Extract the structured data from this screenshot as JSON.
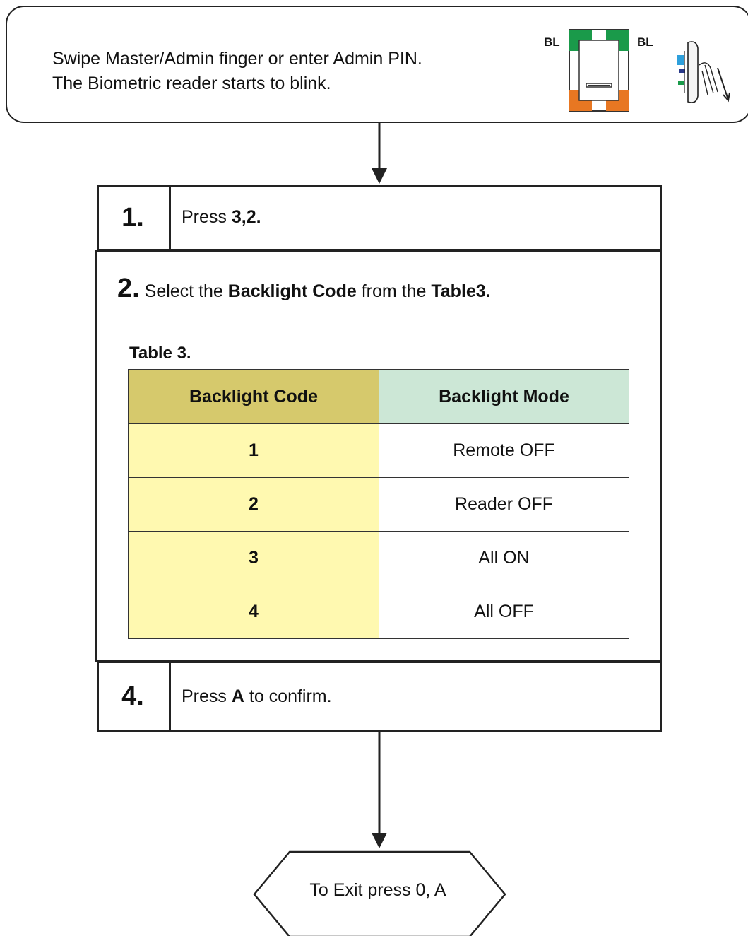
{
  "intro": {
    "line1": "Swipe Master/Admin finger or enter Admin PIN.",
    "line2": "The Biometric reader starts to blink."
  },
  "reader_icon": {
    "left_label": "BL",
    "right_label": "BL",
    "top_color": "#1a9a4a",
    "bottom_color": "#e87722"
  },
  "step1": {
    "number": "1.",
    "prefix": "Press ",
    "bold": "3,2."
  },
  "step2": {
    "number": "2.",
    "text1": " Select the ",
    "bold1": "Backlight Code",
    "text2": " from the ",
    "bold2": "Table3."
  },
  "table": {
    "caption": "Table 3.",
    "headers": [
      "Backlight Code",
      "Backlight Mode"
    ],
    "rows": [
      [
        "1",
        "Remote OFF"
      ],
      [
        "2",
        "Reader OFF"
      ],
      [
        "3",
        "All ON"
      ],
      [
        "4",
        "All OFF"
      ]
    ],
    "colors": {
      "code_header": "#d6c96c",
      "mode_header": "#cce7d6",
      "code_cell": "#fff9b0"
    }
  },
  "step4": {
    "number": "4.",
    "prefix": "Press ",
    "bold": "A",
    "suffix": " to confirm."
  },
  "exit": {
    "label": "To Exit press 0, A"
  }
}
